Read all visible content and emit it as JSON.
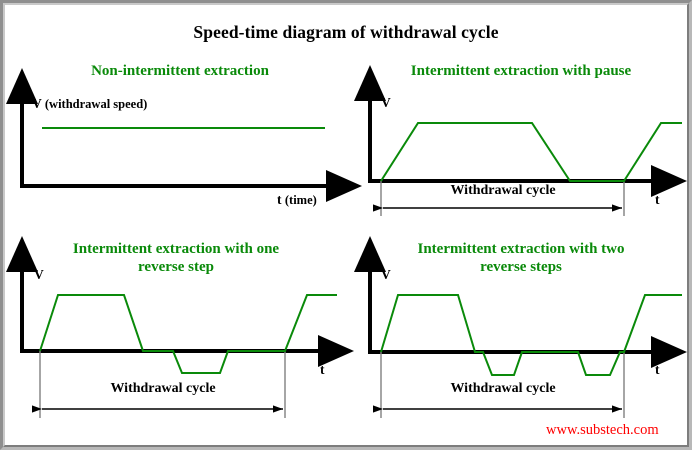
{
  "title": "Speed-time diagram of withdrawal cycle",
  "colors": {
    "curve_green": "#0a8a0a",
    "subtitle_green": "#0a8a0a",
    "axis_black": "#000000",
    "guide_gray": "#808080",
    "watermark_red": "#ff0000",
    "background": "#ffffff",
    "frame_gray": "#8f8f8f"
  },
  "watermark": "www.substech.com",
  "panels": [
    {
      "id": "non-intermittent",
      "subtitle": "Non-intermittent extraction",
      "y_axis_label": "V",
      "y_axis_note": "(withdrawal speed)",
      "x_axis_label": "t",
      "x_axis_note": "(time)",
      "cycle_label": "",
      "has_cycle_marker": false
    },
    {
      "id": "intermittent-pause",
      "subtitle": "Intermittent extraction with pause",
      "y_axis_label": "V",
      "y_axis_note": "",
      "x_axis_label": "t",
      "x_axis_note": "",
      "cycle_label": "Withdrawal cycle",
      "has_cycle_marker": true
    },
    {
      "id": "one-reverse-step",
      "subtitle": "Intermittent extraction with one reverse step",
      "y_axis_label": "V",
      "y_axis_note": "",
      "x_axis_label": "t",
      "x_axis_note": "",
      "cycle_label": "Withdrawal cycle",
      "has_cycle_marker": true
    },
    {
      "id": "two-reverse-steps",
      "subtitle": "Intermittent extraction with two reverse steps",
      "y_axis_label": "V",
      "y_axis_note": "",
      "x_axis_label": "t",
      "x_axis_note": "",
      "cycle_label": "Withdrawal cycle",
      "has_cycle_marker": true
    }
  ],
  "subtitle_lines": {
    "panel1": "Non-intermittent extraction",
    "panel2": "Intermittent extraction with pause",
    "panel3_line1": "Intermittent extraction with one",
    "panel3_line2": "reverse step",
    "panel4_line1": "Intermittent extraction with two",
    "panel4_line2": "reverse steps"
  },
  "chart_data": [
    {
      "type": "line",
      "title": "Non-intermittent extraction",
      "xlabel": "t (time)",
      "ylabel": "V (withdrawal speed)",
      "description": "Constant withdrawal speed, flat line above the time axis",
      "points": [
        [
          0,
          1
        ],
        [
          1,
          1
        ]
      ],
      "ylim": [
        0,
        1.3
      ],
      "grid": false
    },
    {
      "type": "line",
      "title": "Intermittent extraction with pause",
      "xlabel": "t",
      "ylabel": "V",
      "description": "Trapezoidal speed pulse followed by a pause at zero speed, then a new pulse begins",
      "points": [
        [
          0,
          0
        ],
        [
          0.16,
          1
        ],
        [
          0.64,
          1
        ],
        [
          0.8,
          0
        ],
        [
          1.03,
          0
        ],
        [
          1.2,
          1
        ],
        [
          1.32,
          1
        ]
      ],
      "cycle_start": 0,
      "cycle_end": 1.03,
      "cycle_label": "Withdrawal cycle",
      "ylim": [
        0,
        1.3
      ],
      "grid": false
    },
    {
      "type": "line",
      "title": "Intermittent extraction with one reverse step",
      "xlabel": "t",
      "ylabel": "V",
      "description": "Trapezoidal forward pulse, return to zero, one negative (reverse) trapezoidal step, pause, then new pulse",
      "points": [
        [
          0,
          0
        ],
        [
          0.16,
          1
        ],
        [
          0.57,
          1
        ],
        [
          0.73,
          0
        ],
        [
          0.86,
          0
        ],
        [
          0.93,
          -0.38
        ],
        [
          1.08,
          -0.38
        ],
        [
          1.15,
          0
        ],
        [
          1.38,
          0
        ],
        [
          1.55,
          1
        ],
        [
          1.72,
          1
        ]
      ],
      "cycle_start": 0,
      "cycle_end": 1.38,
      "cycle_label": "Withdrawal cycle",
      "ylim": [
        -0.6,
        1.3
      ],
      "grid": false
    },
    {
      "type": "line",
      "title": "Intermittent extraction with two reverse steps",
      "xlabel": "t",
      "ylabel": "V",
      "description": "Trapezoidal forward pulse, return to zero, two negative (reverse) trapezoidal steps, then new pulse",
      "points": [
        [
          0,
          0
        ],
        [
          0.14,
          1
        ],
        [
          0.62,
          1
        ],
        [
          0.75,
          0
        ],
        [
          0.82,
          0
        ],
        [
          0.89,
          -0.38
        ],
        [
          1.02,
          -0.38
        ],
        [
          1.08,
          0
        ],
        [
          1.58,
          0
        ],
        [
          1.64,
          -0.38
        ],
        [
          1.8,
          -0.38
        ],
        [
          1.87,
          0
        ],
        [
          1.98,
          0
        ],
        [
          2.14,
          1
        ],
        [
          2.3,
          1
        ]
      ],
      "cycle_start": 0,
      "cycle_end": 1.98,
      "cycle_label": "Withdrawal cycle",
      "ylim": [
        -0.6,
        1.3
      ],
      "grid": false
    }
  ]
}
